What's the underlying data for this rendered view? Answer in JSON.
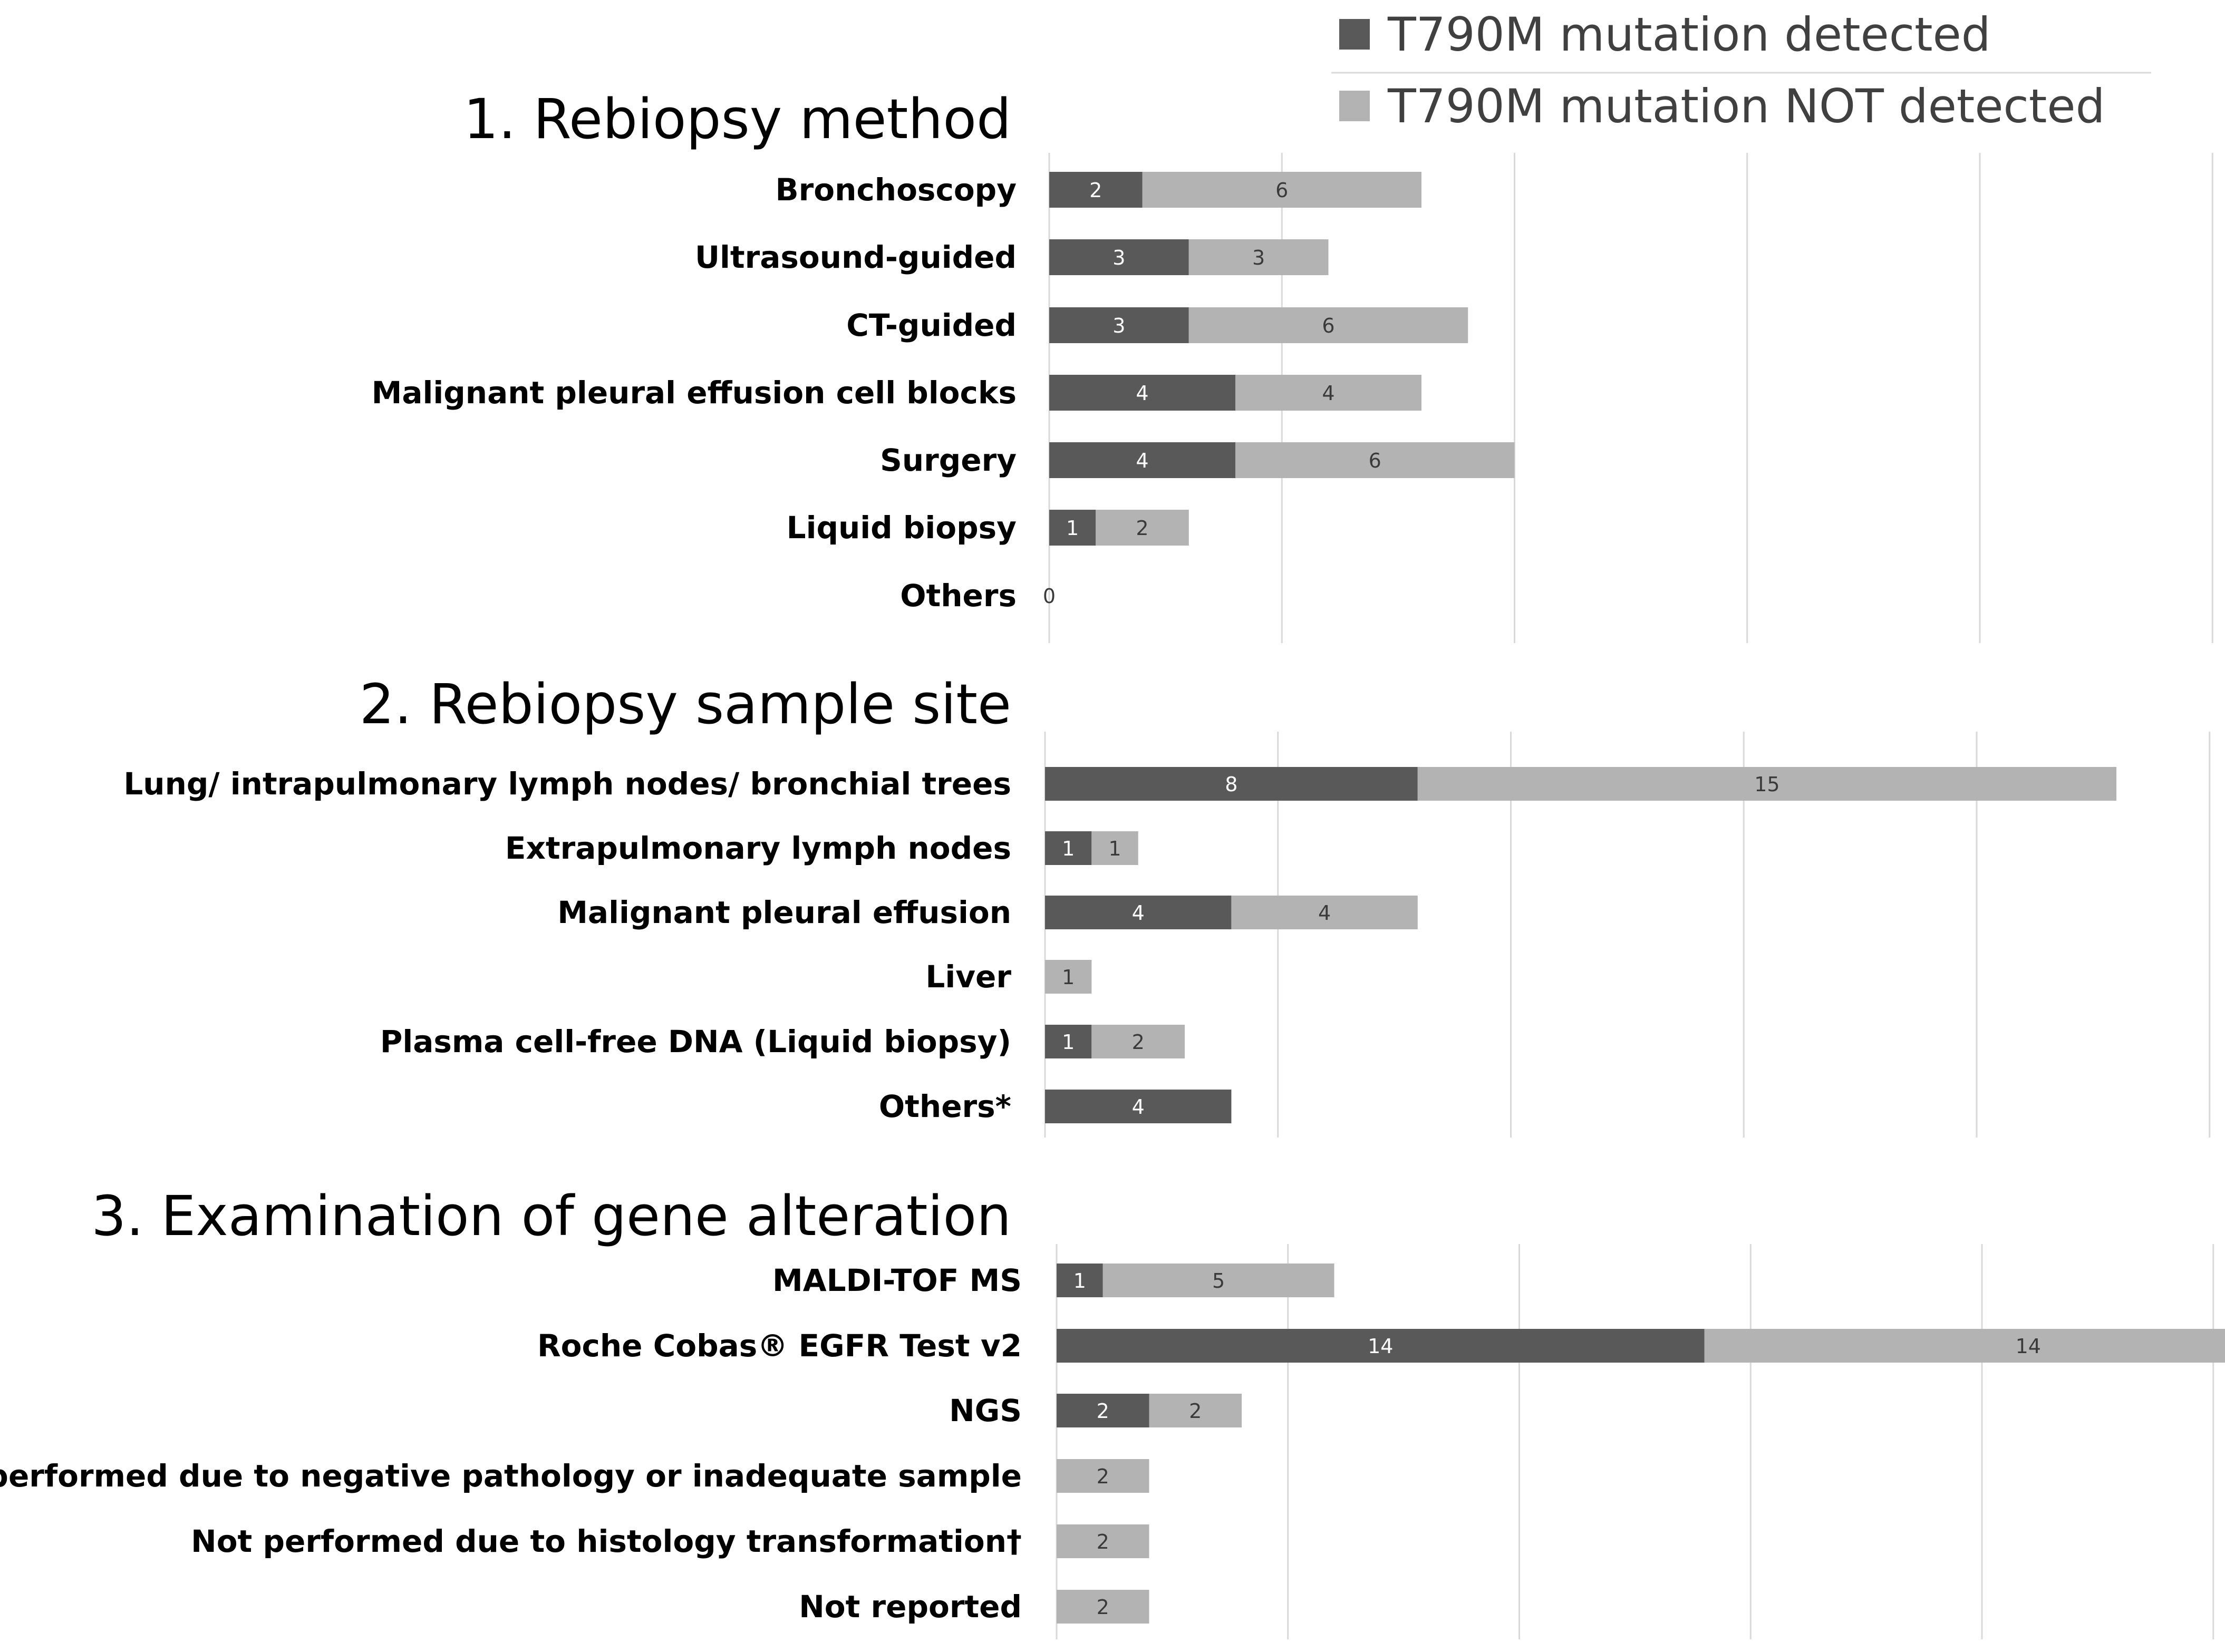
{
  "chart_data": {
    "type": "bar",
    "orientation": "horizontal",
    "stacked": true,
    "grid": true,
    "legend_position": "top-right",
    "colors": {
      "detected": "#595959",
      "not_detected": "#b3b3b3",
      "grid": "#d9d9d9"
    },
    "legend": [
      {
        "key": "detected",
        "label": "T790M mutation detected"
      },
      {
        "key": "not_detected",
        "label": "T790M mutation NOT detected"
      }
    ],
    "panels": [
      {
        "title": "1. Rebiopsy method",
        "xlim": [
          0,
          25
        ],
        "categories": [
          "Bronchoscopy",
          "Ultrasound-guided",
          "CT-guided",
          "Malignant pleural effusion cell blocks",
          "Surgery",
          "Liquid biopsy",
          "Others"
        ],
        "series": [
          {
            "key": "detected",
            "values": [
              2,
              3,
              3,
              4,
              4,
              1,
              0
            ]
          },
          {
            "key": "not_detected",
            "values": [
              6,
              3,
              6,
              4,
              6,
              2,
              0
            ]
          }
        ]
      },
      {
        "title": "2. Rebiopsy sample site",
        "xlim": [
          0,
          25
        ],
        "categories": [
          "Lung/ intrapulmonary lymph nodes/ bronchial trees",
          "Extrapulmonary lymph nodes",
          "Malignant pleural effusion",
          "Liver",
          "Plasma cell-free DNA (Liquid biopsy)",
          "Others*"
        ],
        "series": [
          {
            "key": "detected",
            "values": [
              8,
              1,
              4,
              0,
              1,
              4
            ]
          },
          {
            "key": "not_detected",
            "values": [
              15,
              1,
              4,
              1,
              2,
              0
            ]
          }
        ]
      },
      {
        "title": "3. Examination of gene alteration",
        "xlim": [
          0,
          25
        ],
        "categories": [
          "MALDI-TOF MS",
          "Roche Cobas® EGFR Test v2",
          "NGS",
          "Not performed due to negative pathology or inadequate sample",
          "Not performed due to histology transformation†",
          "Not reported"
        ],
        "series": [
          {
            "key": "detected",
            "values": [
              1,
              14,
              2,
              0,
              0,
              0
            ]
          },
          {
            "key": "not_detected",
            "values": [
              5,
              14,
              2,
              2,
              2,
              2
            ]
          }
        ]
      }
    ]
  }
}
